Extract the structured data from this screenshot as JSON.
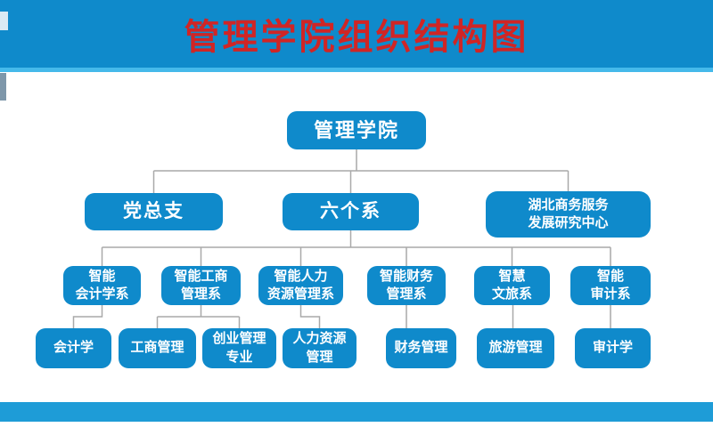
{
  "title": "管理学院组织结构图",
  "colors": {
    "banner_blue": "#0f8acb",
    "banner_strip_blue": "#45b9ea",
    "footer_blue": "#1e9cd7",
    "box_blue": "#0f8acb",
    "title_red": "#d02525",
    "box_text": "#ffffff",
    "connector_gray": "#a9a9a9"
  },
  "chart_data": {
    "type": "org-chart",
    "root": {
      "line1": "管理学院",
      "line2": ""
    },
    "level2": [
      {
        "line1": "党总支",
        "line2": ""
      },
      {
        "line1": "六个系",
        "line2": ""
      },
      {
        "line1": "湖北商务服务",
        "line2": "发展研究中心"
      }
    ],
    "level3": [
      {
        "line1": "智能",
        "line2": "会计学系"
      },
      {
        "line1": "智能工商",
        "line2": "管理系"
      },
      {
        "line1": "智能人力",
        "line2": "资源管理系"
      },
      {
        "line1": "智能财务",
        "line2": "管理系"
      },
      {
        "line1": "智慧",
        "line2": "文旅系"
      },
      {
        "line1": "智能",
        "line2": "审计系"
      }
    ],
    "level4": [
      {
        "line1": "会计学",
        "line2": ""
      },
      {
        "line1": "工商管理",
        "line2": ""
      },
      {
        "line1": "创业管理",
        "line2": "专业"
      },
      {
        "line1": "人力资源",
        "line2": "管理"
      },
      {
        "line1": "财务管理",
        "line2": ""
      },
      {
        "line1": "旅游管理",
        "line2": ""
      },
      {
        "line1": "审计学",
        "line2": ""
      }
    ],
    "hierarchy_note": "root->level2; 六个系->all level3; level3 dept -> level4 majors (工商管理系 has two majors)"
  }
}
